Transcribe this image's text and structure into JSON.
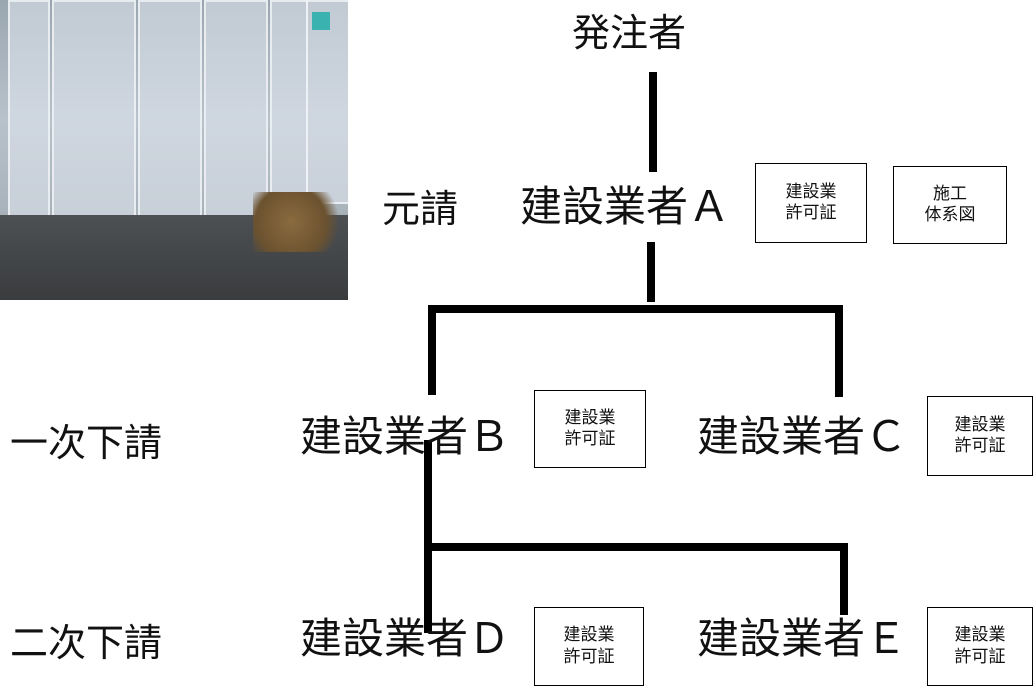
{
  "top": {
    "client": "発注者"
  },
  "levels": {
    "prime": "元請",
    "first": "一次下請",
    "second": "二次下請"
  },
  "contractors": {
    "a": "建設業者Ａ",
    "b": "建設業者Ｂ",
    "c": "建設業者Ｃ",
    "d": "建設業者Ｄ",
    "e": "建設業者Ｅ"
  },
  "license": {
    "line1": "建設業",
    "line2": "許可証"
  },
  "system_chart": {
    "line1": "施工",
    "line2": "体系図"
  },
  "photo": {
    "icon": "site-photo"
  }
}
